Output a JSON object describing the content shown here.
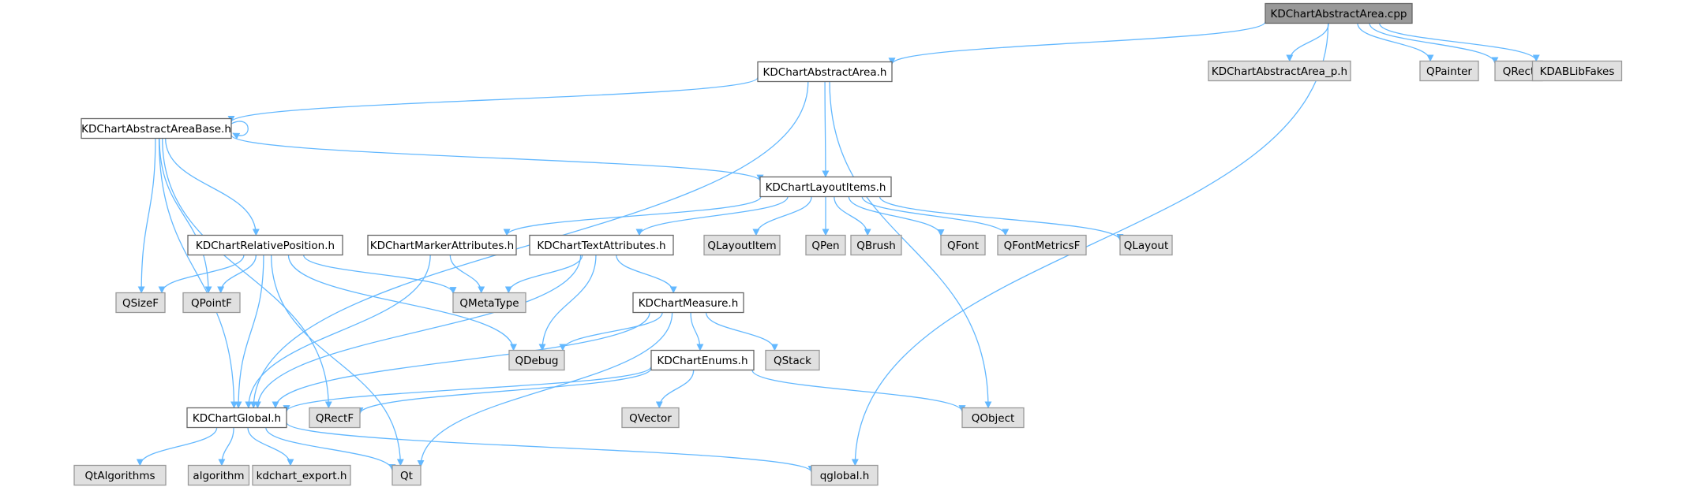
{
  "colors": {
    "edge": "#63b8ff",
    "root_fill": "#999999",
    "root_border": "#666666",
    "header_fill": "#ffffff",
    "header_border": "#666666",
    "external_fill": "#e0e0e0",
    "external_border": "#999999"
  },
  "nodes": {
    "cpp": {
      "label": "KDChartAbstractArea.cpp",
      "kind": "root"
    },
    "area_p": {
      "label": "KDChartAbstractArea_p.h",
      "kind": "external"
    },
    "qpainter": {
      "label": "QPainter",
      "kind": "external"
    },
    "qrect": {
      "label": "QRect",
      "kind": "external"
    },
    "kdablibfakes": {
      "label": "KDABLibFakes",
      "kind": "external"
    },
    "area_h": {
      "label": "KDChartAbstractArea.h",
      "kind": "header"
    },
    "areabase": {
      "label": "KDChartAbstractAreaBase.h",
      "kind": "header"
    },
    "layoutitems": {
      "label": "KDChartLayoutItems.h",
      "kind": "header"
    },
    "relpos": {
      "label": "KDChartRelativePosition.h",
      "kind": "header"
    },
    "marker": {
      "label": "KDChartMarkerAttributes.h",
      "kind": "header"
    },
    "textattr": {
      "label": "KDChartTextAttributes.h",
      "kind": "header"
    },
    "qlayoutitem": {
      "label": "QLayoutItem",
      "kind": "external"
    },
    "qpen": {
      "label": "QPen",
      "kind": "external"
    },
    "qbrush": {
      "label": "QBrush",
      "kind": "external"
    },
    "qfont": {
      "label": "QFont",
      "kind": "external"
    },
    "qfontmetricsf": {
      "label": "QFontMetricsF",
      "kind": "external"
    },
    "qlayout": {
      "label": "QLayout",
      "kind": "external"
    },
    "qsizef": {
      "label": "QSizeF",
      "kind": "external"
    },
    "qpointf": {
      "label": "QPointF",
      "kind": "external"
    },
    "qmetatype": {
      "label": "QMetaType",
      "kind": "external"
    },
    "measure": {
      "label": "KDChartMeasure.h",
      "kind": "header"
    },
    "qdebug": {
      "label": "QDebug",
      "kind": "external"
    },
    "qstack": {
      "label": "QStack",
      "kind": "external"
    },
    "enums": {
      "label": "KDChartEnums.h",
      "kind": "header"
    },
    "global": {
      "label": "KDChartGlobal.h",
      "kind": "header"
    },
    "qrectf": {
      "label": "QRectF",
      "kind": "external"
    },
    "qvector": {
      "label": "QVector",
      "kind": "external"
    },
    "qobject": {
      "label": "QObject",
      "kind": "external"
    },
    "qtalgorithms": {
      "label": "QtAlgorithms",
      "kind": "external"
    },
    "algorithm": {
      "label": "algorithm",
      "kind": "external"
    },
    "kdchart_export": {
      "label": "kdchart_export.h",
      "kind": "external"
    },
    "qt": {
      "label": "Qt",
      "kind": "external"
    },
    "qglobal": {
      "label": "qglobal.h",
      "kind": "external"
    }
  },
  "edges": [
    [
      "cpp",
      "area_h"
    ],
    [
      "cpp",
      "area_p"
    ],
    [
      "cpp",
      "qpainter"
    ],
    [
      "cpp",
      "qrect"
    ],
    [
      "cpp",
      "kdablibfakes"
    ],
    [
      "cpp",
      "qglobal"
    ],
    [
      "area_h",
      "areabase"
    ],
    [
      "area_h",
      "layoutitems"
    ],
    [
      "area_h",
      "global"
    ],
    [
      "area_h",
      "qobject"
    ],
    [
      "areabase",
      "areabase"
    ],
    [
      "areabase",
      "layoutitems"
    ],
    [
      "areabase",
      "relpos"
    ],
    [
      "areabase",
      "qsizef"
    ],
    [
      "areabase",
      "qpointf"
    ],
    [
      "areabase",
      "global"
    ],
    [
      "areabase",
      "qrectf"
    ],
    [
      "layoutitems",
      "marker"
    ],
    [
      "layoutitems",
      "textattr"
    ],
    [
      "layoutitems",
      "qlayoutitem"
    ],
    [
      "layoutitems",
      "qpen"
    ],
    [
      "layoutitems",
      "qbrush"
    ],
    [
      "layoutitems",
      "qfont"
    ],
    [
      "layoutitems",
      "qfontmetricsf"
    ],
    [
      "layoutitems",
      "qlayout"
    ],
    [
      "relpos",
      "qsizef"
    ],
    [
      "relpos",
      "qpointf"
    ],
    [
      "relpos",
      "qmetatype"
    ],
    [
      "relpos",
      "qdebug"
    ],
    [
      "relpos",
      "global"
    ],
    [
      "relpos",
      "qt"
    ],
    [
      "marker",
      "qmetatype"
    ],
    [
      "marker",
      "global"
    ],
    [
      "textattr",
      "qmetatype"
    ],
    [
      "textattr",
      "measure"
    ],
    [
      "textattr",
      "qdebug"
    ],
    [
      "textattr",
      "global"
    ],
    [
      "measure",
      "qdebug"
    ],
    [
      "measure",
      "qstack"
    ],
    [
      "measure",
      "enums"
    ],
    [
      "measure",
      "global"
    ],
    [
      "measure",
      "qt"
    ],
    [
      "enums",
      "global"
    ],
    [
      "enums",
      "qrectf"
    ],
    [
      "enums",
      "qvector"
    ],
    [
      "enums",
      "qobject"
    ],
    [
      "global",
      "qtalgorithms"
    ],
    [
      "global",
      "algorithm"
    ],
    [
      "global",
      "kdchart_export"
    ],
    [
      "global",
      "qt"
    ],
    [
      "global",
      "qglobal"
    ]
  ]
}
